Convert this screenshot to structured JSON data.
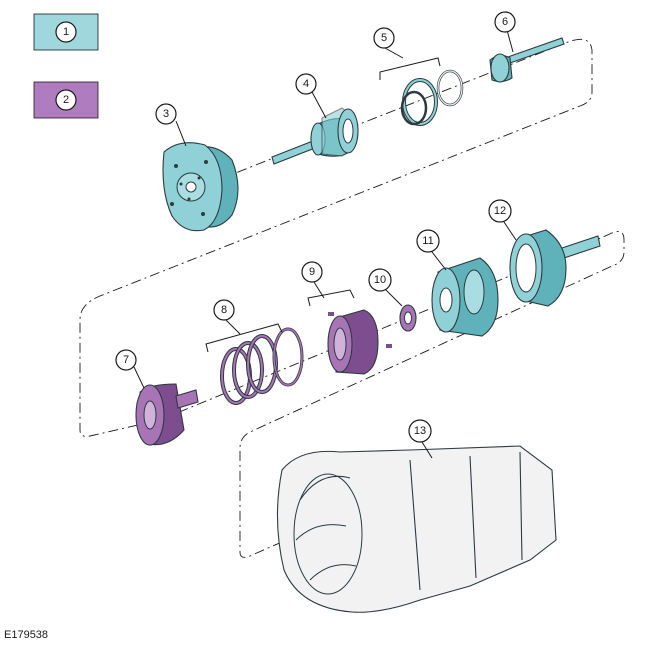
{
  "legend": [
    {
      "number": "1",
      "color": "#9ed8dc"
    },
    {
      "number": "2",
      "color": "#b07cc0"
    }
  ],
  "callouts": [
    "3",
    "4",
    "5",
    "6",
    "7",
    "8",
    "9",
    "10",
    "11",
    "12",
    "13"
  ],
  "reference_code": "E179538"
}
